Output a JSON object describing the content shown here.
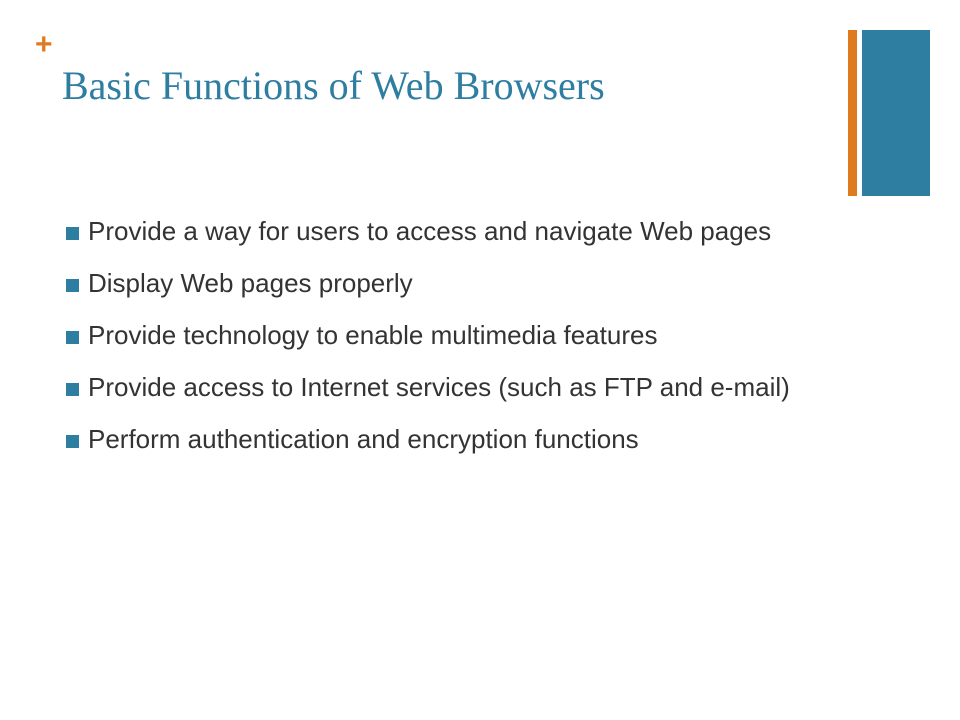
{
  "slide": {
    "plus_symbol": "+",
    "title": "Basic Functions of Web Browsers",
    "bullets": [
      "Provide a way for users to access and navigate Web pages",
      "Display Web pages properly",
      "Provide technology to enable multimedia features",
      "Provide access to Internet services (such as FTP and e-mail)",
      "Perform authentication and encryption functions"
    ]
  },
  "colors": {
    "accent_orange": "#e07a1f",
    "accent_blue": "#2e7ea1",
    "title_text": "#2e7ea1",
    "body_text": "#333333",
    "background": "#ffffff"
  },
  "icons": {
    "plus_mark": "plus-icon",
    "bullet_marker": "square-bullet-icon"
  }
}
